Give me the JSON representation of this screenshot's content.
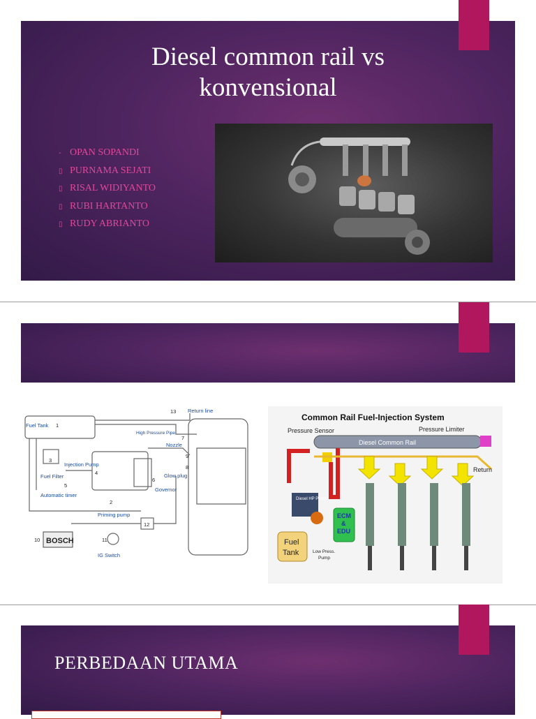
{
  "slide1": {
    "title_line1": "Diesel common rail vs",
    "title_line2": "konvensional",
    "authors": [
      {
        "marker": "-",
        "name": "OPAN SOPANDI"
      },
      {
        "marker": "▯",
        "name": "PURNAMA SEJATI"
      },
      {
        "marker": "▯",
        "name": "RISAL WIDIYANTO"
      },
      {
        "marker": "▯",
        "name": "RUBI HARTANTO"
      },
      {
        "marker": "▯",
        "name": "RUDY ABRIANTO"
      }
    ],
    "photo_description": "diesel-engine-crankshaft-pistons-injectors"
  },
  "slide2": {
    "conventional_diagram": {
      "labels": {
        "fuel_tank": "Fuel Tank",
        "num1": "1",
        "num2": "2",
        "num3": "3",
        "num4": "4",
        "num5": "5",
        "num6": "6",
        "num7": "7",
        "num8": "8",
        "num9": "9",
        "num10": "10",
        "num11": "11",
        "num12": "12",
        "num13": "13",
        "return_line": "Return line",
        "high_pressure_pipe": "High Pressure Pipe",
        "nozzle": "Nozzle",
        "injection_pump": "Injection Pump",
        "fuel_filter": "Fuel Filter",
        "automatic_timer": "Automatic timer",
        "glow_plug": "Glow plug",
        "governor": "Governor",
        "priming_pump": "Priming pump",
        "bosch": "BOSCH",
        "ig_switch": "IG Switch"
      }
    },
    "common_rail_diagram": {
      "title": "Common Rail Fuel-Injection System",
      "pressure_sensor": "Pressure Sensor",
      "pressure_limiter": "Pressure Limiter",
      "rail": "Diesel Common Rail",
      "return": "Return",
      "hp_pump": "Diesel HP Pump",
      "ecm_line1": "ECM",
      "ecm_line2": "&",
      "ecm_line3": "EDU",
      "fuel_tank_line1": "Fuel",
      "fuel_tank_line2": "Tank",
      "low_press_line1": "Low Press.",
      "low_press_line2": "Pump"
    }
  },
  "slide3": {
    "heading": "PERBEDAAN UTAMA"
  },
  "colors": {
    "slide_bg": "#4f2560",
    "accent_tab": "#b0175c",
    "bullet_text": "#e0489a"
  }
}
